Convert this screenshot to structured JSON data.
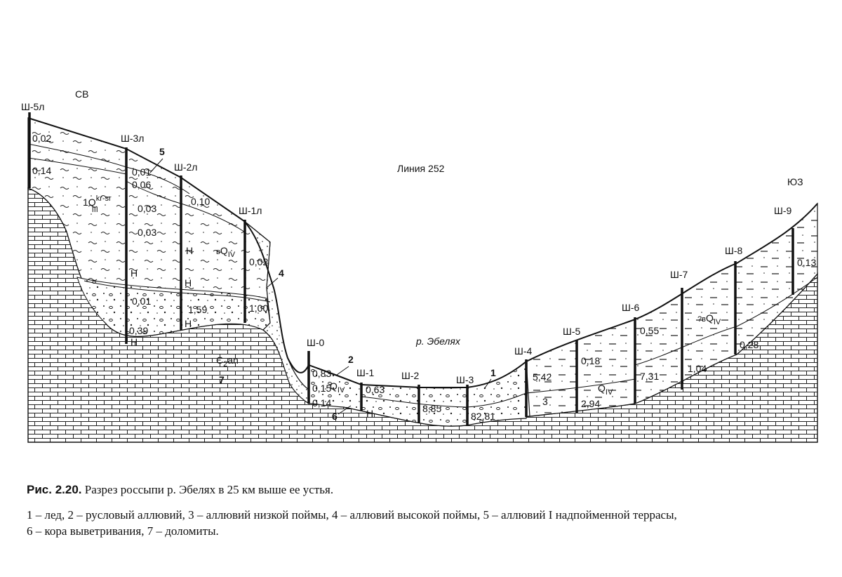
{
  "header": {
    "direction_left": "СВ",
    "direction_right": "ЮЗ",
    "line_label": "Линия 252",
    "river_label": "р. Эбелях"
  },
  "shafts": [
    "Ш-5л",
    "Ш-3л",
    "Ш-2л",
    "Ш-1л",
    "Ш-0",
    "Ш-1",
    "Ш-2",
    "Ш-3",
    "Ш-4",
    "Ш-5",
    "Ш-6",
    "Ш-7",
    "Ш-8",
    "Ш-9"
  ],
  "grades": [
    "0,02",
    "0,14",
    "0,01",
    "0,06",
    "0,03",
    "0,03",
    "0,01",
    "0,39",
    "0,10",
    "1,59",
    "0,02",
    "1,00",
    "0,83",
    "0,15",
    "0,14",
    "0,63",
    "8,85",
    "82,81",
    "5,42",
    "0,18",
    "2,94",
    "0,55",
    "7,31",
    "1,04",
    "0,28",
    "0,13"
  ],
  "callouts": [
    "1",
    "2",
    "3",
    "4",
    "5",
    "6",
    "7"
  ],
  "strat_labels": {
    "q3_main": "Q",
    "q3_sup": "kr-sr",
    "q3_sub": "III",
    "q3_prefix": "1",
    "qiv": "Q",
    "qiv_sub": "IV",
    "qiv_prefix_b": "в",
    "qiv_prefix_qb": "?в",
    "cambrian": "Є",
    "cambrian_sub": "2",
    "cambrian_suffix": "an",
    "h": "Н"
  },
  "caption": {
    "number": "Рис. 2.20.",
    "title": "Разрез россыпи р. Эбелях в 25 км выше ее устья."
  },
  "legend": {
    "line1": "1 – лед, 2 – русловый аллювий, 3 – аллювий низкой поймы, 4 – аллювий высокой поймы, 5 – аллювий I надпойменной террасы,",
    "line2": "6 – кора выветривания, 7 – доломиты."
  }
}
